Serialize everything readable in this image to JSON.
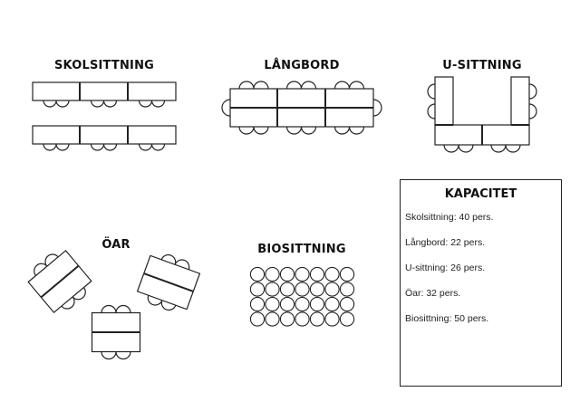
{
  "layouts": {
    "skolsittning": {
      "title": "SKOLSITTNING"
    },
    "langbord": {
      "title": "LÅNGBORD"
    },
    "u_sittning": {
      "title": "U-SITTNING"
    },
    "oar": {
      "title": "ÖAR"
    },
    "biosittning": {
      "title": "BIOSITTNING"
    }
  },
  "capacity": {
    "title": "KAPACITET",
    "items": [
      "Skolsittning: 40 pers.",
      "Långbord: 22 pers.",
      "U-sittning: 26 pers.",
      "Öar: 32 pers.",
      "Biosittning: 50 pers."
    ]
  },
  "colors": {
    "stroke": "#222222",
    "background": "#ffffff"
  }
}
